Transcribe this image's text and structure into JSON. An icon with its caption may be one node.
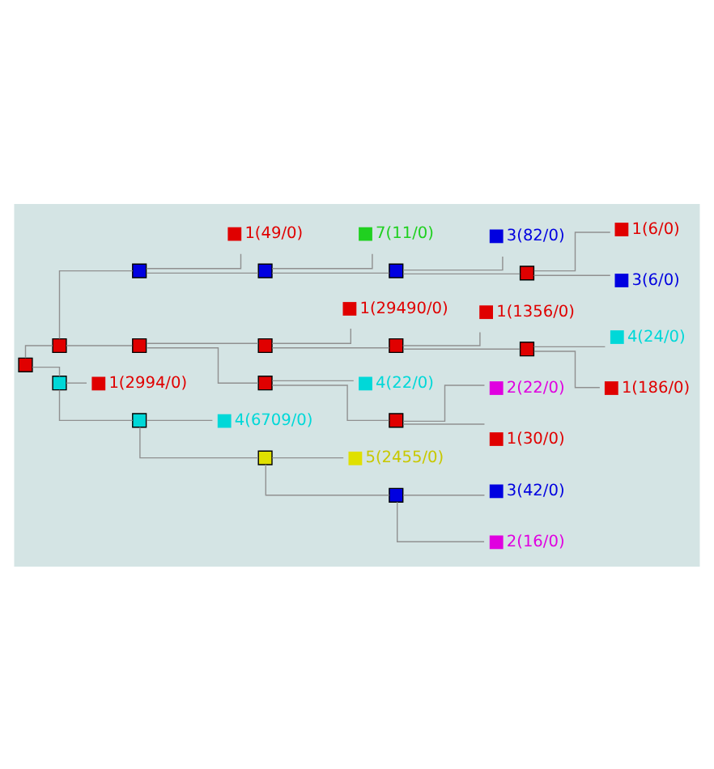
{
  "diagram": {
    "nodes": [
      {
        "text": [],
        "shape": "box"
      },
      {
        "text": [],
        "shape": "box"
      },
      {
        "text": [],
        "shape": "box"
      },
      {
        "text": [
          "1(49/0)"
        ]
      },
      {
        "text": [],
        "shape": "box"
      },
      {
        "text": [
          "7(11/0)"
        ]
      },
      {
        "text": [],
        "shape": "box"
      },
      {
        "text": [
          "3(82/0)"
        ]
      },
      {
        "text": [],
        "shape": "box"
      },
      {
        "text": [
          "1(6/0)"
        ]
      },
      {
        "text": [
          "3(6/0)"
        ]
      },
      {
        "text": [],
        "shape": "box"
      },
      {
        "text": [],
        "shape": "box"
      },
      {
        "text": [
          "1(29490/0)"
        ]
      },
      {
        "text": [],
        "shape": "box"
      },
      {
        "text": [
          "1(1356/0)"
        ]
      },
      {
        "text": [],
        "shape": "box"
      },
      {
        "text": [
          "4(24/0)"
        ]
      },
      {
        "text": [
          "1(186/0)"
        ]
      },
      {
        "text": [],
        "shape": "box"
      },
      {
        "text": [
          "4(22/0)"
        ]
      },
      {
        "text": [],
        "shape": "box"
      },
      {
        "text": [
          "2(22/0)"
        ]
      },
      {
        "text": [
          "1(30/0)"
        ]
      },
      {
        "text": [],
        "shape": "box"
      },
      {
        "text": [
          "1(2994/0)"
        ]
      },
      {
        "text": [],
        "shape": "box"
      },
      {
        "text": [
          "4(6709/0)"
        ]
      },
      {
        "text": [],
        "shape": "box"
      },
      {
        "text": [
          "5(2455/0)"
        ]
      },
      {
        "text": [],
        "shape": "box"
      },
      {
        "text": [
          "3(42/0)"
        ]
      },
      {
        "text": [
          "2(16/0)"
        ]
      }
    ],
    "edges": [
      {
        "from": 0,
        "to": 1,
        "arrow": "none"
      },
      {
        "from": 0,
        "to": 24,
        "arrow": "none"
      },
      {
        "from": 1,
        "to": 2,
        "arrow": "none"
      },
      {
        "from": 1,
        "to": 11,
        "arrow": "none"
      },
      {
        "from": 2,
        "to": 3,
        "arrow": "none"
      },
      {
        "from": 2,
        "to": 4,
        "arrow": "none"
      },
      {
        "from": 4,
        "to": 5,
        "arrow": "none"
      },
      {
        "from": 4,
        "to": 6,
        "arrow": "none"
      },
      {
        "from": 6,
        "to": 7,
        "arrow": "none"
      },
      {
        "from": 6,
        "to": 8,
        "arrow": "none"
      },
      {
        "from": 8,
        "to": 9,
        "arrow": "none"
      },
      {
        "from": 8,
        "to": 10,
        "arrow": "none"
      },
      {
        "from": 11,
        "to": 12,
        "arrow": "none"
      },
      {
        "from": 11,
        "to": 19,
        "arrow": "none"
      },
      {
        "from": 12,
        "to": 13,
        "arrow": "none"
      },
      {
        "from": 12,
        "to": 14,
        "arrow": "none"
      },
      {
        "from": 14,
        "to": 15,
        "arrow": "none"
      },
      {
        "from": 14,
        "to": 16,
        "arrow": "none"
      },
      {
        "from": 16,
        "to": 17,
        "arrow": "none"
      },
      {
        "from": 16,
        "to": 18,
        "arrow": "none"
      },
      {
        "from": 19,
        "to": 20,
        "arrow": "none"
      },
      {
        "from": 19,
        "to": 21,
        "arrow": "none"
      },
      {
        "from": 21,
        "to": 22,
        "arrow": "none"
      },
      {
        "from": 21,
        "to": 23,
        "arrow": "none"
      },
      {
        "from": 24,
        "to": 25,
        "arrow": "none"
      },
      {
        "from": 24,
        "to": 26,
        "arrow": "none"
      },
      {
        "from": 26,
        "to": 27,
        "arrow": "none"
      },
      {
        "from": 26,
        "to": 28,
        "arrow": "none"
      },
      {
        "from": 28,
        "to": 29,
        "arrow": "none"
      },
      {
        "from": 28,
        "to": 30,
        "arrow": "none"
      },
      {
        "from": 30,
        "to": 31,
        "arrow": "none"
      },
      {
        "from": 30,
        "to": 32,
        "arrow": "none"
      }
    ]
  }
}
